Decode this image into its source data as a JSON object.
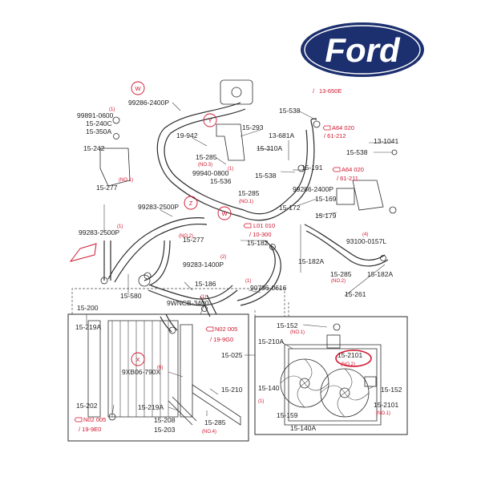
{
  "brand": {
    "logo_text": "Ford",
    "color_navy": "#1c2f6e",
    "color_red": "#d0142c"
  },
  "parts": {
    "p99286_2400p": "99286-2400P",
    "p13_650e": "13-650E",
    "p15_538_a": "15-538",
    "p99891_0600": "99891-0600",
    "p15_240c": "15-240C",
    "p15_350a": "15-350A",
    "p15_293": "15-293",
    "p13_681a": "13-681A",
    "p19_942": "19-942",
    "p15_310a": "15-310A",
    "p15_242": "15-242",
    "p15_285_a": "15-285",
    "p99940_0800": "99940-0800",
    "p15_536": "15-536",
    "p15_538_b": "15-538",
    "p15_191": "15-191",
    "p13_1041": "13-1041",
    "p15_538_c": "15-538",
    "p15_277_a": "15-277",
    "p99283_2500p_a": "99283-2500P",
    "p15_285_b": "15-285",
    "p99286_2400p_b": "99286-2400P",
    "p15_169": "15-169",
    "p15_172": "15-172",
    "p15_179": "15-179",
    "p99283_2500p_b": "99283-2500P",
    "p15_277_b": "15-277",
    "p15_182_a": "15-182",
    "p93100_0157l": "93100-0157L",
    "p99283_1400p": "99283-1400P",
    "p15_182a_a": "15-182A",
    "p15_580": "15-580",
    "p15_285_c": "15-285",
    "p15_182a_b": "15-182A",
    "p15_186": "15-186",
    "p90796_0616": "90796-0616",
    "p15_261": "15-261",
    "p9wncb_3400": "9WNCB-3400",
    "p15_200": "15-200",
    "p15_219a_a": "15-219A",
    "p15_152_a": "15-152",
    "p15_210a": "15-210A",
    "p15_025": "15-025",
    "p15_2101_a": "15-2101",
    "p9xb06_790x": "9XB06-790X",
    "p15_140": "15-140",
    "p15_210": "15-210",
    "p15_152_b": "15-152",
    "p15_202": "15-202",
    "p15_219a_b": "15-219A",
    "p15_159": "15-159",
    "p15_2101_b": "15-2101",
    "p15_208": "15-208",
    "p15_203": "15-203",
    "p15_285_d": "15-285",
    "p15_140a": "15-140A"
  },
  "refs": {
    "r13_650e_prefix": "/",
    "a64_020_a": "A64 020",
    "r61_212": "/ 61-212",
    "a64_020_b": "A64 020",
    "r61_211": "/ 61-211",
    "l01_010": "L01 010",
    "r10_300": "/ 10-300",
    "n02_005_a": "N02 005",
    "r19_9g0": "/ 19-9G0",
    "n02_005_b": "N02 005",
    "r19_9e0": "/ 19-9E0"
  },
  "notes": {
    "no1_a": "(NO.1)",
    "no3": "(NO.3)",
    "no1_b": "(NO.1)",
    "no1_c": "(NO.1)",
    "no2_a": "(NO.2)",
    "no2_b": "(NO.2)",
    "no2_c": "(NO.2)",
    "no1_d": "(NO.1)",
    "no4": "(NO.4)",
    "n1_a": "(1)",
    "n1_b": "(1)",
    "n1_c": "(1)",
    "n1_d": "(1)",
    "n1_e": "(1)",
    "n1_f": "(1)",
    "n2": "(2)",
    "n4": "(4)",
    "n6": "(6)"
  },
  "markers": {
    "w": "W",
    "y": "Y",
    "z": "Z",
    "x": "X"
  }
}
